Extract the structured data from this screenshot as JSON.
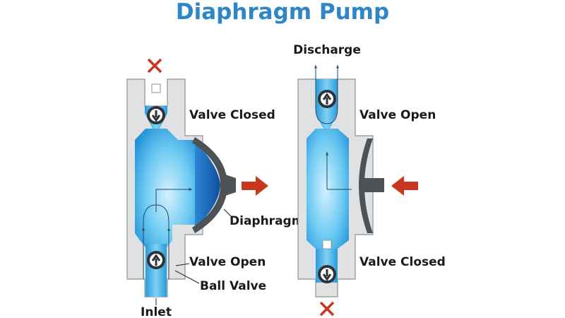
{
  "title": "Diaphragm Pump",
  "left_stage": {
    "top_valve_label": "Valve Closed",
    "diaphragm_label": "Diaphragm",
    "bottom_valve_label": "Valve Open",
    "ball_valve_label": "Ball Valve",
    "inlet_label": "Inlet"
  },
  "right_stage": {
    "discharge_label": "Discharge",
    "top_valve_label": "Valve Open",
    "bottom_valve_label": "Valve Closed"
  },
  "colors": {
    "title": "#2e86c6",
    "fluid_light": "#cdeefc",
    "fluid_dark": "#1c8ed6",
    "housing": "#dfe1e3",
    "housing_stroke": "#8e9396",
    "diaphragm_blue": "#1466b8",
    "diaphragm_gray": "#555a5e",
    "arrow_red": "#c8361f",
    "ball": "#2f3336",
    "label": "#1a1a1a"
  },
  "icons": [
    "closed-x-icon",
    "ball-valve-icon",
    "flow-arrow-icon",
    "push-arrow-icon"
  ]
}
